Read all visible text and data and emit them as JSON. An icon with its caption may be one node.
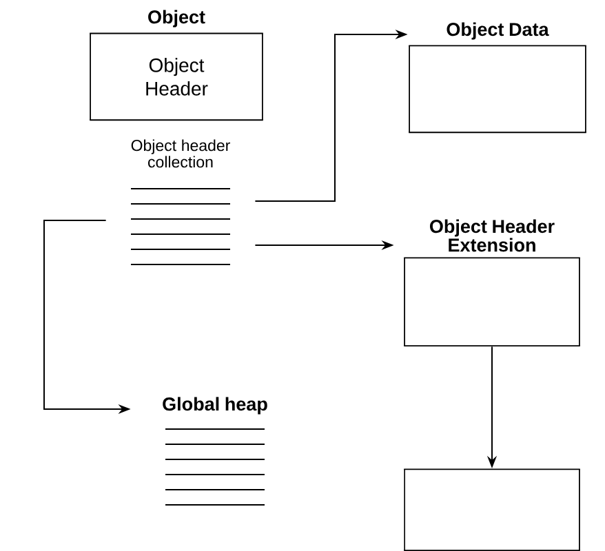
{
  "diagram": {
    "nodes": [
      {
        "text": [
          "Object",
          "Object Header"
        ]
      },
      {
        "text": [
          "Object header collection"
        ]
      },
      {
        "text": [
          "Object Data"
        ]
      },
      {
        "text": [
          "Object Header Extension"
        ]
      },
      {
        "text": [],
        "shape": "box"
      },
      {
        "text": [
          "Global heap"
        ]
      }
    ],
    "edges": [
      {
        "from": 1,
        "to": 2,
        "arrow": "to"
      },
      {
        "from": 1,
        "to": 3,
        "arrow": "to"
      },
      {
        "from": 1,
        "to": 5,
        "arrow": "to"
      },
      {
        "from": 3,
        "to": 4,
        "arrow": "to"
      }
    ]
  }
}
